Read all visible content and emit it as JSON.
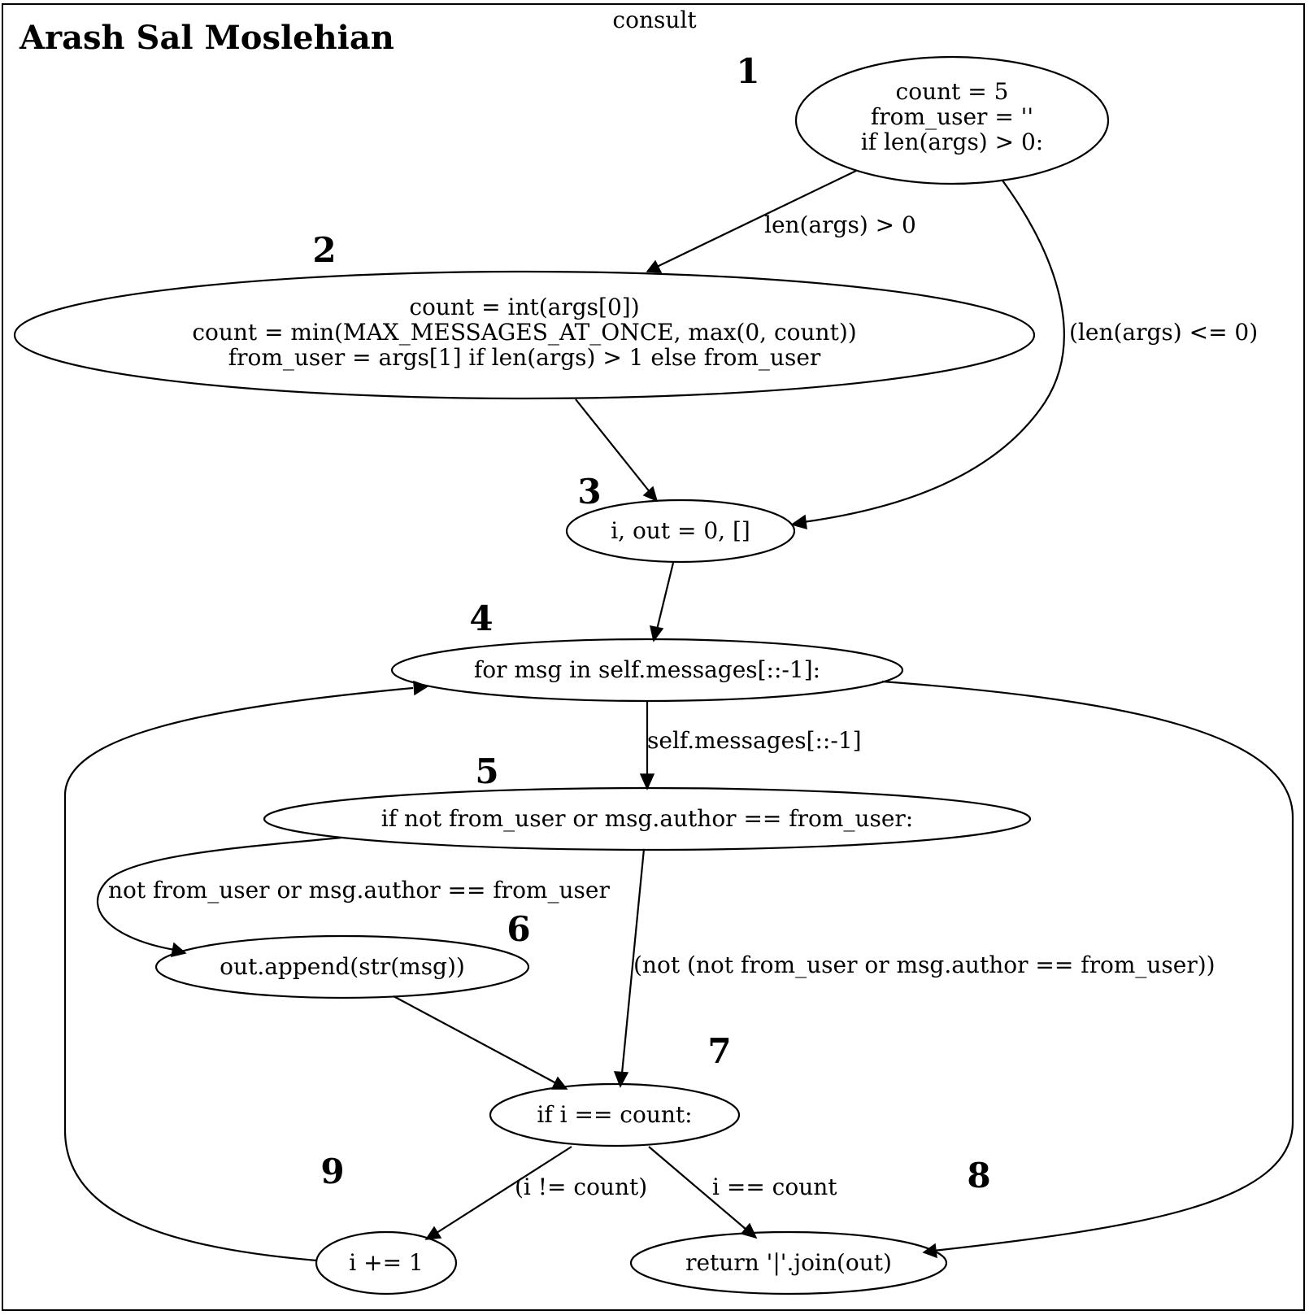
{
  "header": {
    "author": "Arash Sal Moslehian",
    "cluster_title": "consult"
  },
  "nodes": [
    {
      "id": "n1",
      "number": "1",
      "lines": [
        "count = 5",
        "from_user = ''",
        "if len(args) > 0:"
      ]
    },
    {
      "id": "n2",
      "number": "2",
      "lines": [
        "count = int(args[0])",
        "count = min(MAX_MESSAGES_AT_ONCE, max(0, count))",
        "from_user = args[1] if len(args) > 1 else from_user"
      ]
    },
    {
      "id": "n3",
      "number": "3",
      "lines": [
        "i, out = 0, []"
      ]
    },
    {
      "id": "n4",
      "number": "4",
      "lines": [
        "for msg in self.messages[::-1]:"
      ]
    },
    {
      "id": "n5",
      "number": "5",
      "lines": [
        "if not from_user or msg.author == from_user:"
      ]
    },
    {
      "id": "n6",
      "number": "6",
      "lines": [
        "out.append(str(msg))"
      ]
    },
    {
      "id": "n7",
      "number": "7",
      "lines": [
        "if i == count:"
      ]
    },
    {
      "id": "n8",
      "number": "8",
      "lines": [
        "return '|'.join(out)"
      ]
    },
    {
      "id": "n9",
      "number": "9",
      "lines": [
        "i += 1"
      ]
    }
  ],
  "edges": [
    {
      "from": "n1",
      "to": "n2",
      "label": "len(args) > 0"
    },
    {
      "from": "n1",
      "to": "n3",
      "label": "(len(args) <= 0)"
    },
    {
      "from": "n2",
      "to": "n3",
      "label": ""
    },
    {
      "from": "n3",
      "to": "n4",
      "label": ""
    },
    {
      "from": "n4",
      "to": "n5",
      "label": "self.messages[::-1]"
    },
    {
      "from": "n4",
      "to": "n8",
      "label": ""
    },
    {
      "from": "n5",
      "to": "n6",
      "label": "not from_user or msg.author == from_user"
    },
    {
      "from": "n5",
      "to": "n7",
      "label": "(not (not from_user or msg.author == from_user))"
    },
    {
      "from": "n6",
      "to": "n7",
      "label": ""
    },
    {
      "from": "n7",
      "to": "n9",
      "label": "(i != count)"
    },
    {
      "from": "n7",
      "to": "n8",
      "label": "i == count"
    },
    {
      "from": "n9",
      "to": "n4",
      "label": ""
    }
  ]
}
